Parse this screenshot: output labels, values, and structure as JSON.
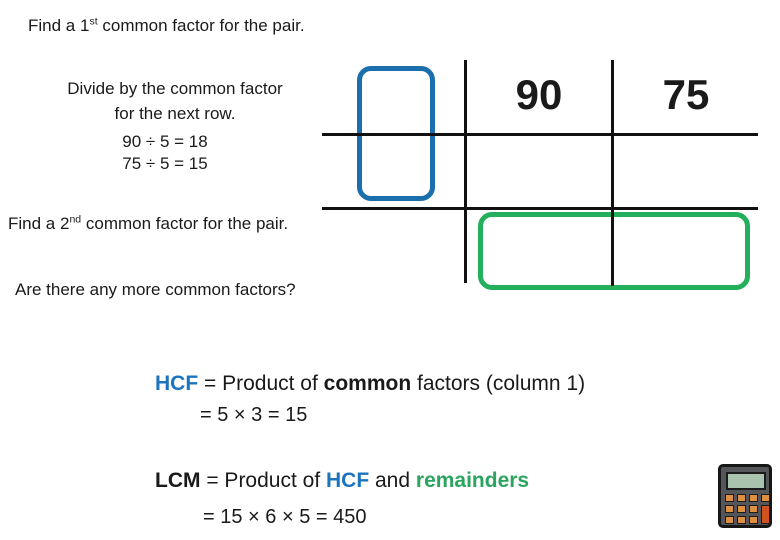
{
  "slide": {
    "title1": {
      "pre": "Find a 1",
      "sup": "st",
      "post": " common factor for the pair."
    },
    "instruction": {
      "line1": "Divide by the common factor",
      "line2": "for the next row."
    },
    "division": {
      "line1": "90 ÷ 5 = 18",
      "line2": "75 ÷ 5 = 15"
    },
    "title2": {
      "pre": "Find a 2",
      "sup": "nd",
      "post": " common factor for the pair."
    },
    "question": "Are there any more common factors?",
    "table": {
      "headers": [
        "90",
        "75"
      ]
    },
    "hcf": {
      "term": "HCF",
      "mid": " = Product of ",
      "emph": "common",
      "tail": " factors (column 1)",
      "calc": "= 5 × 3 = 15"
    },
    "lcm": {
      "term": "LCM",
      "mid": " = Product of ",
      "hcf": "HCF",
      "and": " and ",
      "emph": "remainders",
      "calc": "= 15 × 6 × 5 = 450"
    },
    "colors": {
      "accent_blue": "#1c75bc",
      "accent_green": "#2aa45f",
      "shape_blue": "#1c6fad",
      "shape_green": "#23af5c"
    },
    "icons": {
      "calculator": "calculator-icon"
    }
  }
}
